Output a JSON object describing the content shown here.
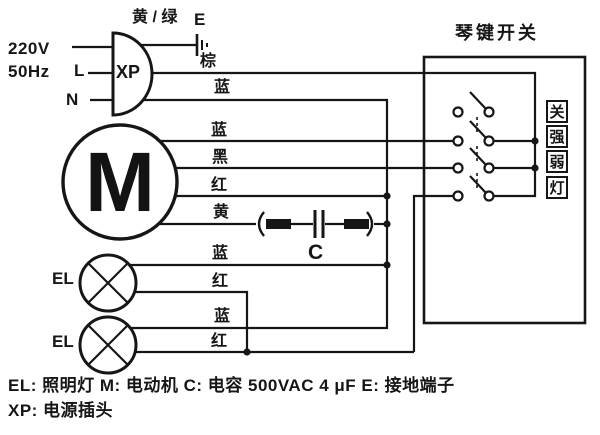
{
  "supply": {
    "voltage": "220V",
    "frequency": "50Hz",
    "live": "L",
    "neutral": "N"
  },
  "plug": {
    "label": "XP",
    "earth_wire": "黄 / 绿",
    "earth_terminal": "E"
  },
  "wires": {
    "brown": "棕",
    "plug_blue": "蓝",
    "motor_blue": "蓝",
    "motor_black": "黑",
    "motor_red": "红",
    "motor_yellow": "黄",
    "lamp1_blue": "蓝",
    "lamp1_red": "红",
    "lamp2_blue": "蓝",
    "lamp2_red": "红"
  },
  "motor": {
    "label": "M"
  },
  "lamps": {
    "lamp1": "EL",
    "lamp2": "EL"
  },
  "capacitor": {
    "label": "C"
  },
  "switch": {
    "title": "琴键开关",
    "keys": [
      "关",
      "强",
      "弱",
      "灯"
    ]
  },
  "legend": {
    "line1": "EL: 照明灯  M: 电动机  C: 电容 500VAC 4 μF  E: 接地端子",
    "line2": "XP: 电源插头"
  }
}
